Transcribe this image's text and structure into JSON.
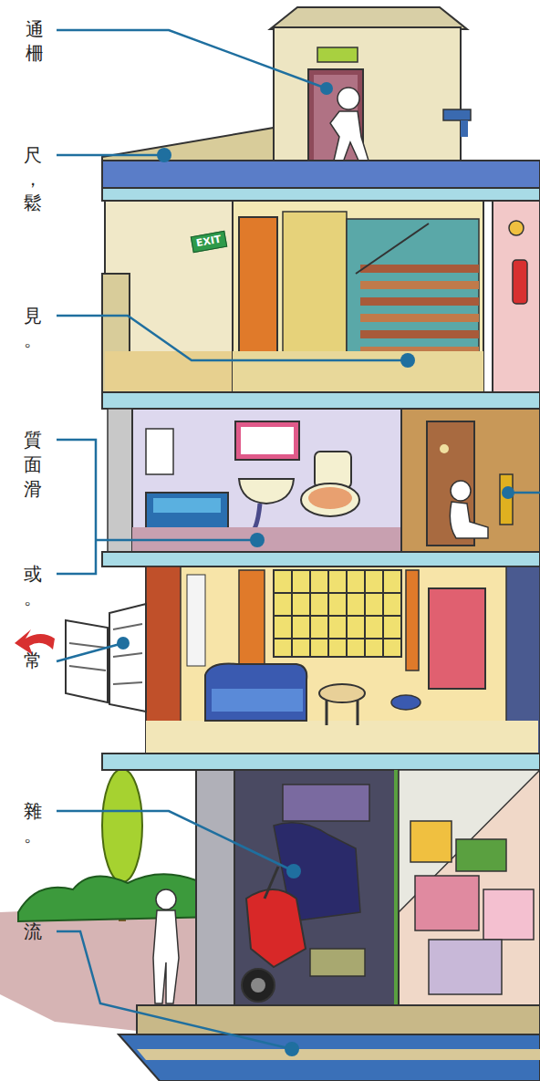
{
  "diagram": {
    "labels": [
      "通",
      "柵",
      "尺",
      "，",
      "鬆",
      "見",
      "。",
      "質",
      "面",
      "滑",
      "或",
      "。",
      "常",
      "雜",
      "。",
      "流",
      "EXIT"
    ]
  }
}
